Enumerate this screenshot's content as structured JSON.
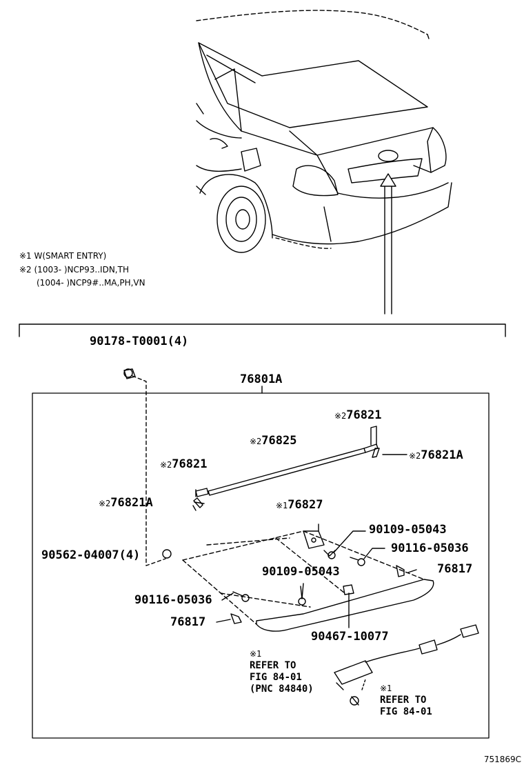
{
  "notes": {
    "line1": "※1 W(SMART ENTRY)",
    "line2": "※2 (1003-    )NCP93..IDN,TH",
    "line3": "(1004-    )NCP9#..MA,PH,VN"
  },
  "assembly_label": "76801A",
  "parts": {
    "p90178": "90178-T0001(4)",
    "p76821_top": "76821",
    "p76821_top_mark": "※2",
    "p76825": "76825",
    "p76825_mark": "※2",
    "p76821A_right": "76821A",
    "p76821A_right_mark": "※2",
    "p76821_left": "76821",
    "p76821_left_mark": "※2",
    "p76821A_left": "76821A",
    "p76821A_left_mark": "※2",
    "p76827": "76827",
    "p76827_mark": "※1",
    "p90109_a": "90109-05043",
    "p90116_a": "90116-05036",
    "p90562": "90562-04007(4)",
    "p90109_b": "90109-05043",
    "p76817_r": "76817",
    "p90116_b": "90116-05036",
    "p76817_l": "76817",
    "p90467": "90467-10077"
  },
  "refs": {
    "ref1_mark": "※1",
    "ref1_line1": "REFER TO",
    "ref1_line2": "FIG 84-01",
    "ref1_line3": "(PNC 84840)",
    "ref2_mark": "※1",
    "ref2_line1": "REFER TO",
    "ref2_line2": "FIG 84-01"
  },
  "figure_id": "751869C"
}
